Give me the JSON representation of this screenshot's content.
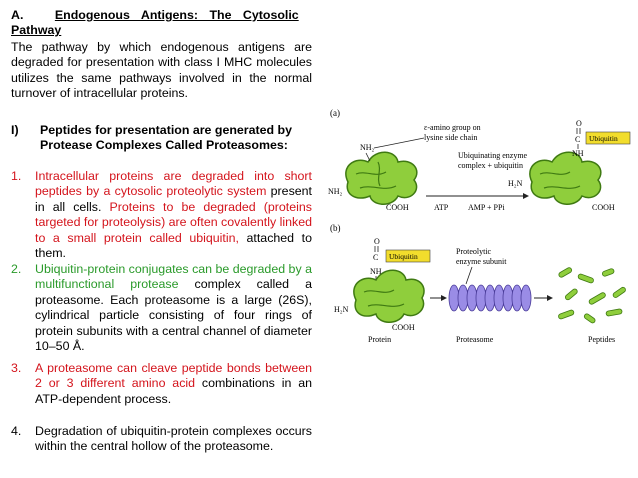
{
  "heading": {
    "letter": "A.",
    "title_line1": "Endogenous Antigens: The Cytosolic",
    "title_line2": "Pathway"
  },
  "intro": "The pathway by which endogenous antigens are degraded for presentation with class I MHC molecules utilizes the same pathways involved in the normal turnover of intracellular proteins.",
  "section_I": {
    "num": "I)",
    "line1": "Peptides for presentation are generated by",
    "line2": "Protease Complexes Called Proteasomes:"
  },
  "items": [
    {
      "num": "1.",
      "red1": "Intracellular proteins are degraded into short peptides by a cytosolic proteolytic system",
      "black1": " present in all cells. ",
      "red2": "Proteins to be degraded (proteins targeted for proteolysis) are often covalently linked to a small protein called ubiquitin,",
      "black2": " attached to them."
    },
    {
      "num": "2.",
      "green1": "Ubiquitin-protein conjugates can be degraded by a multifunctional protease",
      "black1": " complex called a proteasome. Each proteasome is a large (26S), cylindrical particle consisting of four rings of protein subunits with a central channel of diameter 10–50 Å."
    },
    {
      "num": "3.",
      "red1": "A proteasome can cleave peptide bonds between 2 or 3 different amino acid",
      "black1": " combinations in an ATP-dependent process."
    },
    {
      "num": "4.",
      "black1": "Degradation of ubiquitin-protein complexes occurs within the central hollow of the proteasome."
    }
  ],
  "figure": {
    "panel_a": "(a)",
    "panel_b": "(b)",
    "amino_line1": "ε-amino group on",
    "amino_line2": "lysine side chain",
    "nh2": "NH₂",
    "nh": "NH",
    "enzyme_line1": "Ubiquinating enzyme",
    "enzyme_line2": "complex + ubiquitin",
    "h2n": "H₂N",
    "cooh": "COOH",
    "atp": "ATP",
    "amp": "AMP + PPi",
    "o": "O",
    "c": "C",
    "ubiquitin": "Ubiquitin",
    "proteolytic_line1": "Proteolytic",
    "proteolytic_line2": "enzyme subunit",
    "label_protein": "Protein",
    "label_proteasome": "Proteasome",
    "label_peptides": "Peptides",
    "colors": {
      "protein_green": "#8fce3c",
      "protein_outline": "#3f7a12",
      "ubiquitin_box": "#f2dd2c",
      "proteasome": "#9a8ce6",
      "red_text": "#d4141c",
      "green_text": "#2a9a2a"
    }
  }
}
